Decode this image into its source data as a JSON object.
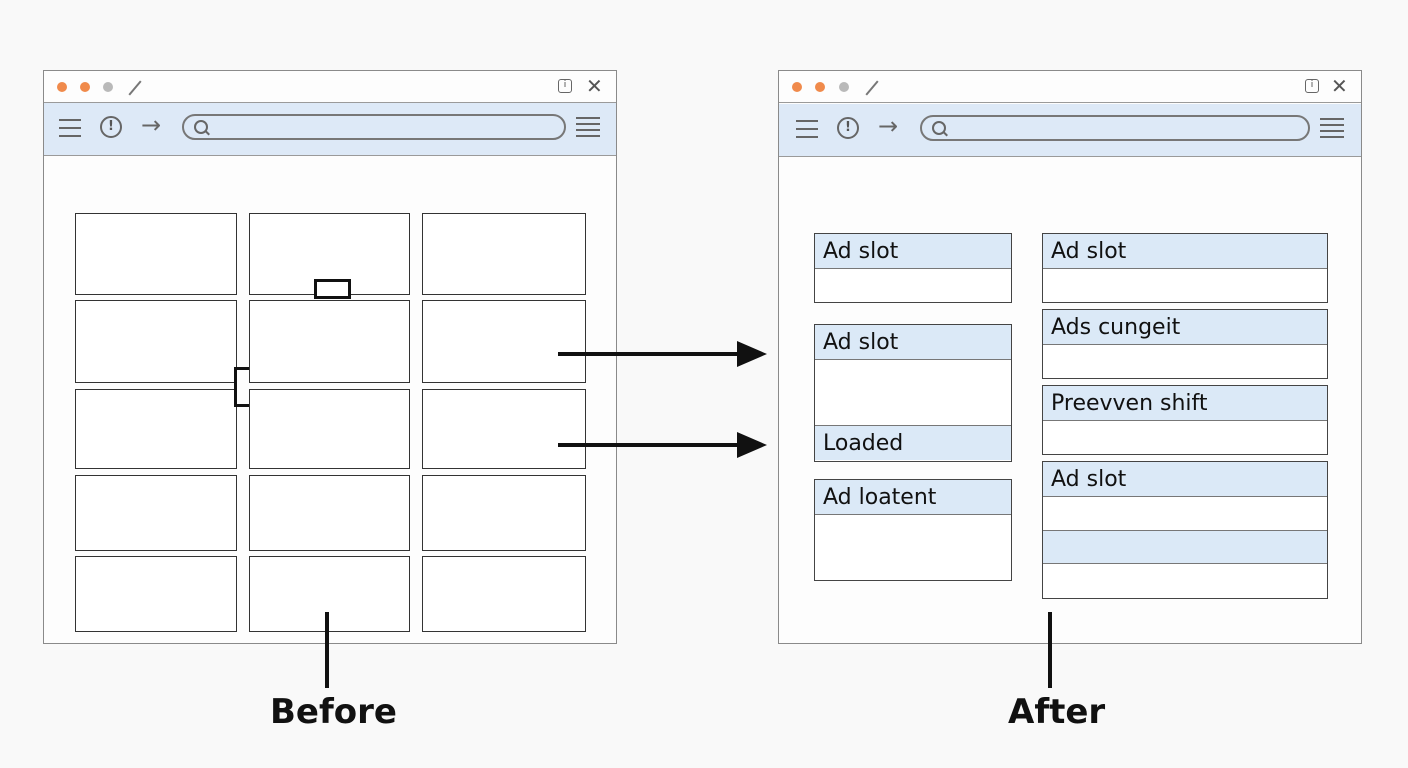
{
  "captions": {
    "before": "Before",
    "after": "After"
  },
  "after_slots": {
    "slot1": "Ad slot",
    "slot2": "Ad slot",
    "slot2_loaded": "Loaded",
    "slot3": "Ad loatent",
    "slot4": "Ad slot",
    "slot5": "Ads cungeit",
    "slot6": "Preevven shift",
    "slot7": "Ad slot"
  },
  "colors": {
    "toolbar": "#dde9f7",
    "slot_band": "#dbe9f7",
    "dot_orange": "#f08a4b",
    "dot_gray": "#b9b9b9"
  }
}
